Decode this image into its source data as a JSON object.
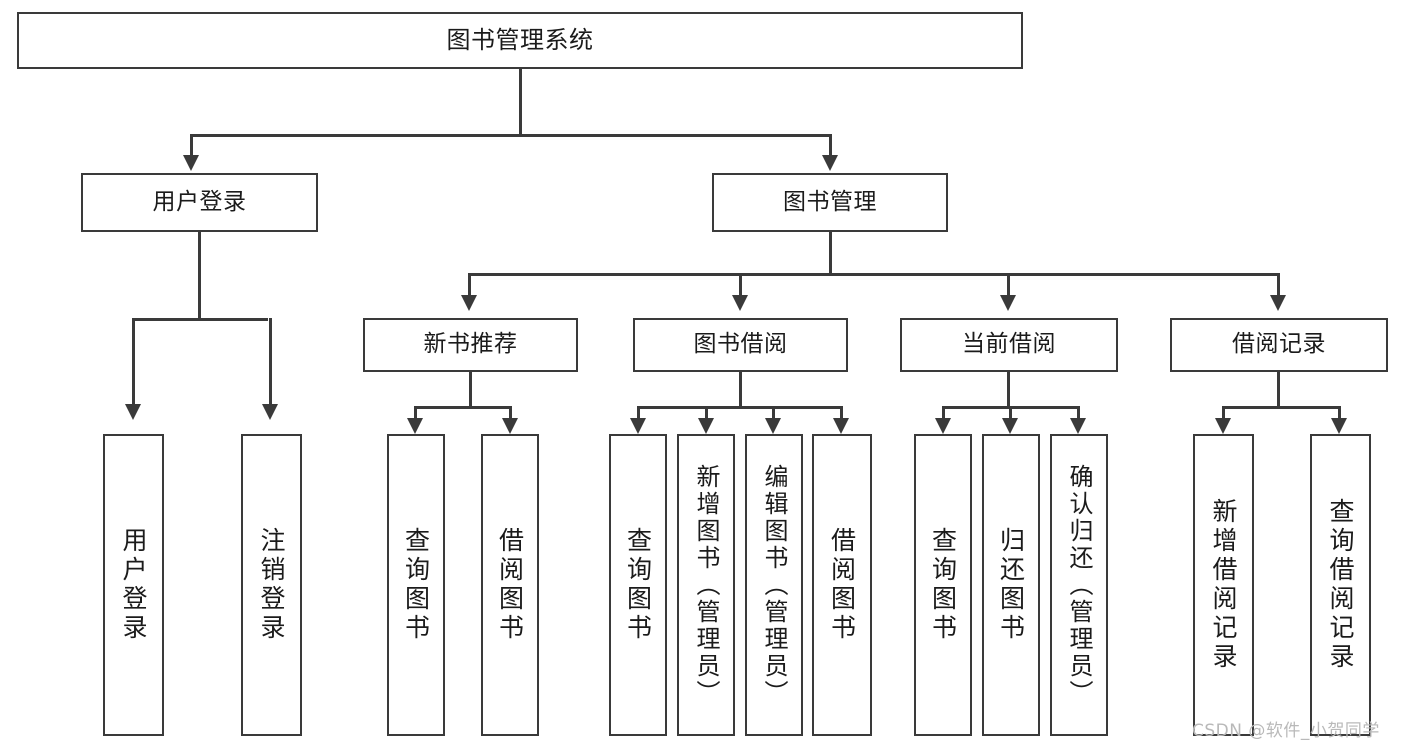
{
  "diagram": {
    "title": "图书管理系统",
    "watermark": "CSDN @软件_小贺同学",
    "root": {
      "label": "图书管理系统"
    },
    "level2": [
      {
        "label": "用户登录"
      },
      {
        "label": "图书管理"
      }
    ],
    "level3": [
      {
        "label": "新书推荐"
      },
      {
        "label": "图书借阅"
      },
      {
        "label": "当前借阅"
      },
      {
        "label": "借阅记录"
      }
    ],
    "leaves": {
      "user_login": [
        {
          "label": "用户登录"
        },
        {
          "label": "注销登录"
        }
      ],
      "new_book": [
        {
          "label": "查询图书"
        },
        {
          "label": "借阅图书"
        }
      ],
      "book_borrow": [
        {
          "label": "查询图书"
        },
        {
          "label": "新增图书（管理员）"
        },
        {
          "label": "编辑图书（管理员）"
        },
        {
          "label": "借阅图书"
        }
      ],
      "current_borrow": [
        {
          "label": "查询图书"
        },
        {
          "label": "归还图书"
        },
        {
          "label": "确认归还（管理员）"
        }
      ],
      "borrow_record": [
        {
          "label": "新增借阅记录"
        },
        {
          "label": "查询借阅记录"
        }
      ]
    },
    "colors": {
      "stroke": "#3a3a3a",
      "fill": "#ffffff",
      "text": "#1b1b1b",
      "watermark": "#b9b9b9"
    }
  }
}
